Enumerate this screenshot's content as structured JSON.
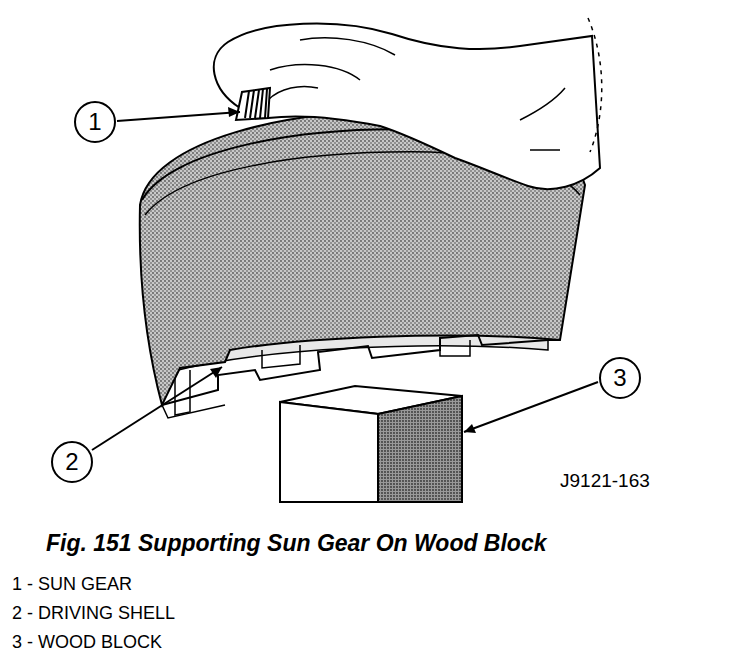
{
  "diagram": {
    "caption": "Fig. 151 Supporting Sun Gear On Wood Block",
    "nodes": [
      {
        "text": [
          "1"
        ]
      },
      {
        "text": [
          "2"
        ]
      },
      {
        "text": [
          "3"
        ]
      }
    ],
    "labels": [
      "J9121-163",
      "1 - SUN GEAR",
      "2 - DRIVING SHELL",
      "3 - WOOD BLOCK"
    ]
  }
}
